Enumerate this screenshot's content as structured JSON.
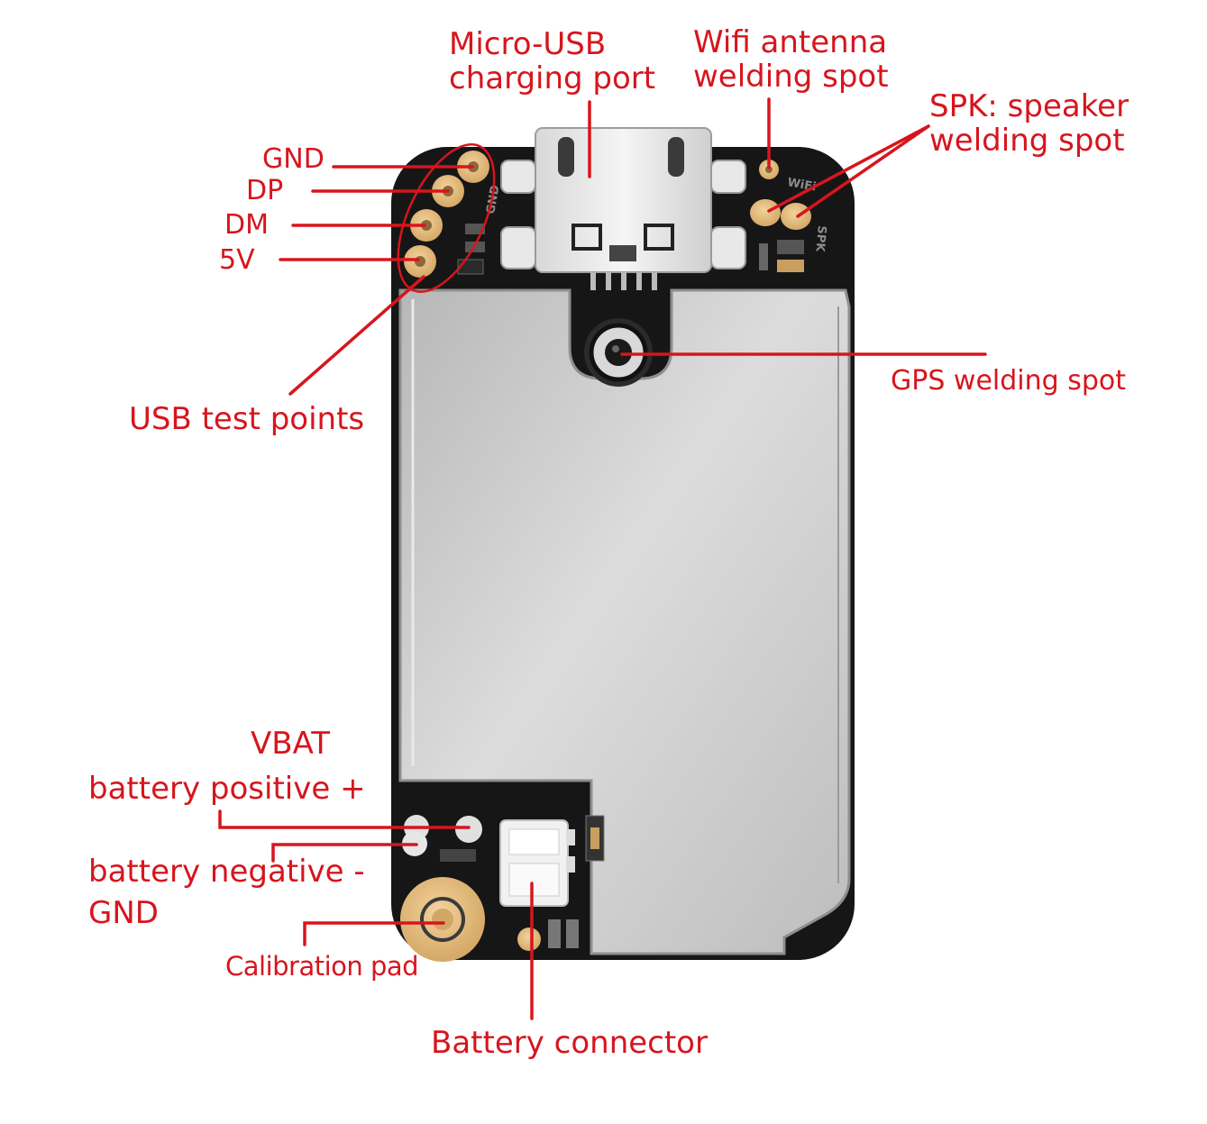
{
  "labels": {
    "micro_usb": [
      "Micro-USB",
      "charging port"
    ],
    "wifi": [
      "Wifi antenna",
      "welding spot"
    ],
    "spk": [
      "SPK: speaker",
      "welding spot"
    ],
    "gnd": "GND",
    "dp": "DP",
    "dm": "DM",
    "v5": "5V",
    "usb_test": "USB test points",
    "gps": "GPS welding spot",
    "vbat": [
      "VBAT",
      "battery positive +"
    ],
    "batt_neg": [
      "battery negative -",
      "GND"
    ],
    "calibration": "Calibration pad",
    "battery_connector": "Battery connector"
  },
  "silkscreen": {
    "wifi": "WiFi",
    "spk": "SPK",
    "gnd": "GND"
  },
  "colors": {
    "annotation": "#d7151d",
    "pcb": "#151515",
    "shield": "#c7c7c7",
    "gold": "#e2ba7e"
  }
}
